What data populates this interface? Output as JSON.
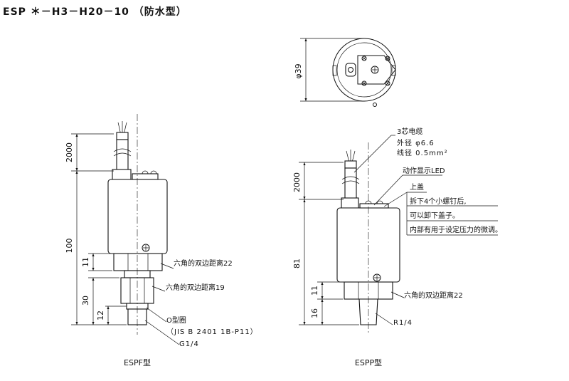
{
  "title": "ESP ＊－H3－H20－10 （防水型）",
  "left": {
    "caption": "ESPF型",
    "dims": {
      "cable": "2000",
      "total": "100",
      "hex_height": "11",
      "lower": "30",
      "thread": "12"
    },
    "labels": {
      "hex22": "六角的双边距离22",
      "hex19": "六角的双边距离19",
      "oring": "O型圈",
      "jis": "（JIS B 2401 1B-P11）",
      "thread": "G1/4"
    }
  },
  "right": {
    "caption": "ESPP型",
    "dims": {
      "diameter": "φ39",
      "cable": "2000",
      "total": "81",
      "hex_height": "11",
      "thread": "16"
    },
    "labels": {
      "cable_title": "3芯电缆",
      "outer_dia": "外径 φ6.6",
      "wire_dia": "线径 0.5mm²",
      "led": "动作显示LED",
      "cover": "上盖",
      "note1": "拆下4个小螺钉后,",
      "note2": "可以卸下盖子。",
      "note3": "内部有用于设定压力的微调。",
      "hex22": "六角的双边距离22",
      "thread": "R1/4"
    }
  }
}
